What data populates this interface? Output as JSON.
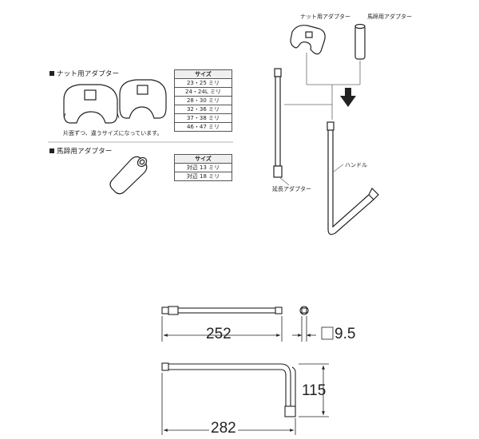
{
  "nut_section": {
    "title": "ナット用アダプター",
    "note": "片面ずつ、違うサイズになっています。",
    "table_header": "サイズ",
    "sizes": [
      "23・25 ミリ",
      "24・24L ミリ",
      "28・30 ミリ",
      "32・36 ミリ",
      "37・38 ミリ",
      "46・47 ミリ"
    ]
  },
  "hoof_section": {
    "title": "馬蹄用アダプター",
    "table_header": "サイズ",
    "sizes": [
      "対辺 13 ミリ",
      "対辺 18 ミリ"
    ]
  },
  "assembly": {
    "nut_adapter_label": "ナット用アダプター",
    "hoof_adapter_label": "馬蹄用アダプター",
    "extension_label": "延長アダプター",
    "handle_label": "ハンドル"
  },
  "dimensions": {
    "extension_length": "252",
    "square_size": "9.5",
    "handle_height": "115",
    "handle_length": "282"
  }
}
